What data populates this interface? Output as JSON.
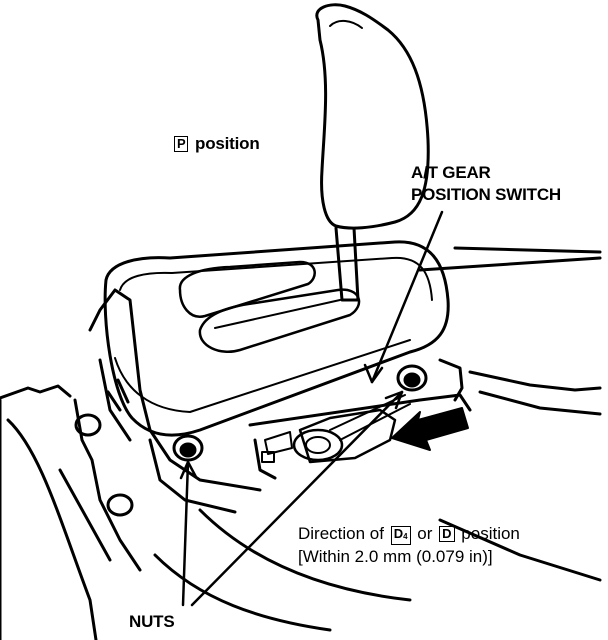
{
  "labels": {
    "p_position": {
      "box": "P",
      "text": "position"
    },
    "switch": {
      "line1": "A/T GEAR",
      "line2": "POSITION SWITCH"
    },
    "direction": {
      "prefix": "Direction of",
      "box_d4": "D",
      "box_d4_sub": "4",
      "or": "or",
      "box_d": "D",
      "suffix": "position",
      "tolerance": "[Within 2.0 mm (0.079 in)]"
    },
    "nuts": "NUTS"
  },
  "colors": {
    "ink": "#000000",
    "paper": "#ffffff"
  }
}
